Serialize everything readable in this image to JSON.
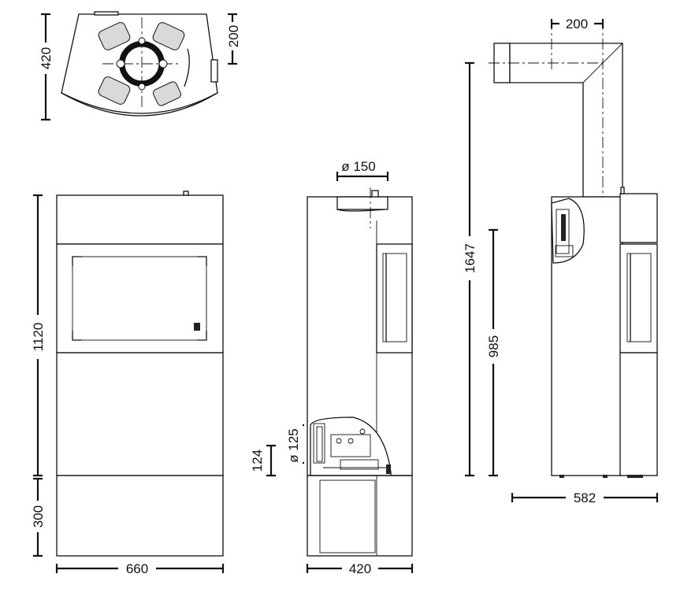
{
  "top_view": {
    "depth_label": "420",
    "flue_offset_label": "200"
  },
  "front_view": {
    "height_label": "1120",
    "base_height_label": "300",
    "width_label": "660"
  },
  "side_view": {
    "flue_diameter_label": "ø 150",
    "air_intake_height_label": "124",
    "air_intake_diameter_label": "ø 125",
    "depth_label": "420"
  },
  "rear_flue_view": {
    "flue_offset_label": "200",
    "total_height_label": "1647",
    "flue_height_label": "985",
    "depth_label": "582"
  }
}
